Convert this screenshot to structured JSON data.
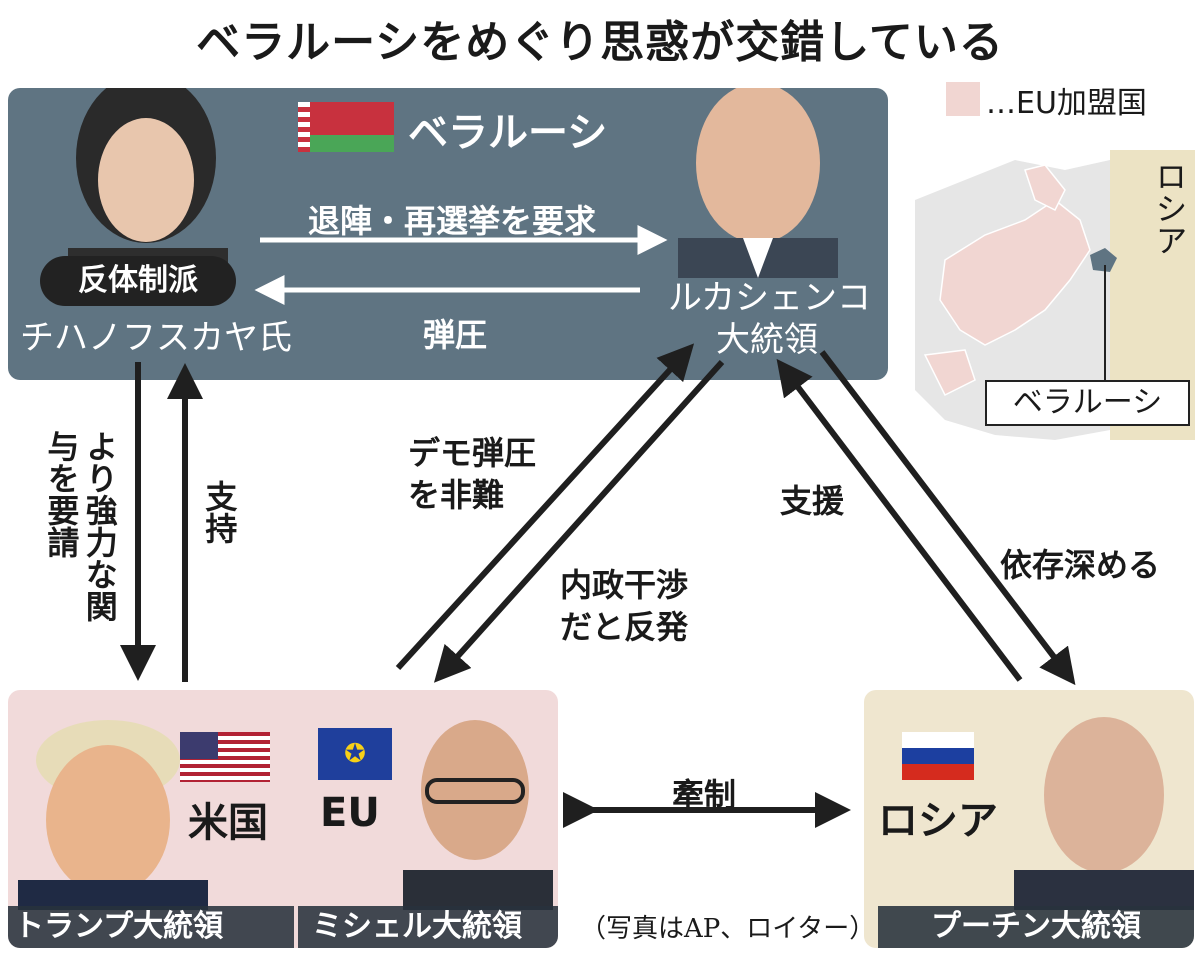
{
  "title": "ベラルーシをめぐり思惑が交錯している",
  "legend": {
    "text": "…EU加盟国",
    "swatch_color": "#f1d6d2"
  },
  "belarus": {
    "header": "ベラルーシ",
    "opposition": {
      "badge": "反体制派",
      "name": "チハノフスカヤ氏"
    },
    "president": {
      "name_line1": "ルカシェンコ",
      "name_line2": "大統領"
    },
    "arrow_demand": "退陣・再選挙を要求",
    "arrow_suppress": "弾圧"
  },
  "us_eu": {
    "us_label": "米国",
    "eu_label": "EU",
    "trump": "トランプ大統領",
    "michel": "ミシェル大統領"
  },
  "russia": {
    "label": "ロシア",
    "putin": "プーチン大統領"
  },
  "relations": {
    "us_request": "より強力な関与を要請",
    "support": "支持",
    "eu_criticize": "デモ弾圧を非難",
    "backlash": "内政干渉だと反発",
    "aid": "支援",
    "dependence": "依存深める",
    "checks": "牽制"
  },
  "map": {
    "russia_label": "ロシア",
    "belarus_label": "ベラルーシ"
  },
  "credit": "（写真はAP、ロイター）",
  "colors": {
    "belarus_box": "#5f7482",
    "us_eu_box": "#f1dada",
    "russia_box": "#efe6cf",
    "arrow": "#1f1f1f"
  }
}
